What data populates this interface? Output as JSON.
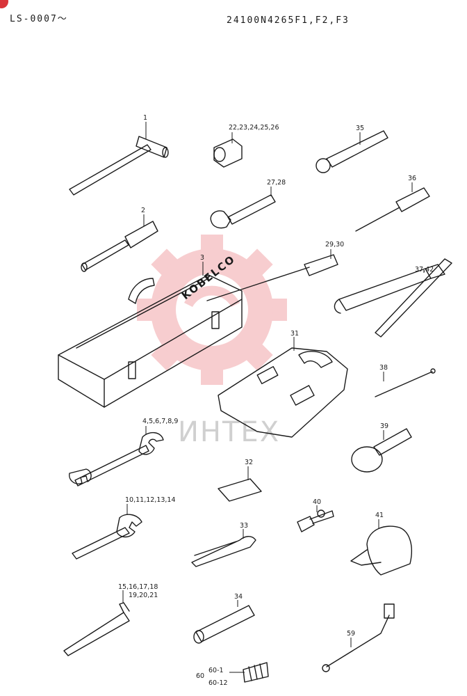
{
  "header": {
    "left_code": "LS-0007～",
    "right_code": "24100N4265F1,F2,F3"
  },
  "watermark": {
    "text": "ИНТЕХ",
    "gear_color": "#f2a5a8"
  },
  "toolbox_brand": "KOBELCO",
  "labels": {
    "p1": "1",
    "p2": "2",
    "p3": "3",
    "p4_9": "4,5,6,7,8,9",
    "p10_14": "10,11,12,13,14",
    "p15_18": "15,16,17,18",
    "p19_21": "19,20,21",
    "p22_26": "22,23,24,25,26",
    "p27_28": "27,28",
    "p29_30": "29,30",
    "p31": "31",
    "p32": "32",
    "p33": "33",
    "p34": "34",
    "p35": "35",
    "p36": "36",
    "p37_42": "37,42",
    "p38": "38",
    "p39": "39",
    "p40": "40",
    "p41": "41",
    "p59": "59",
    "p60": "60",
    "p60_1": "60-1",
    "p60_12": "60-12"
  }
}
